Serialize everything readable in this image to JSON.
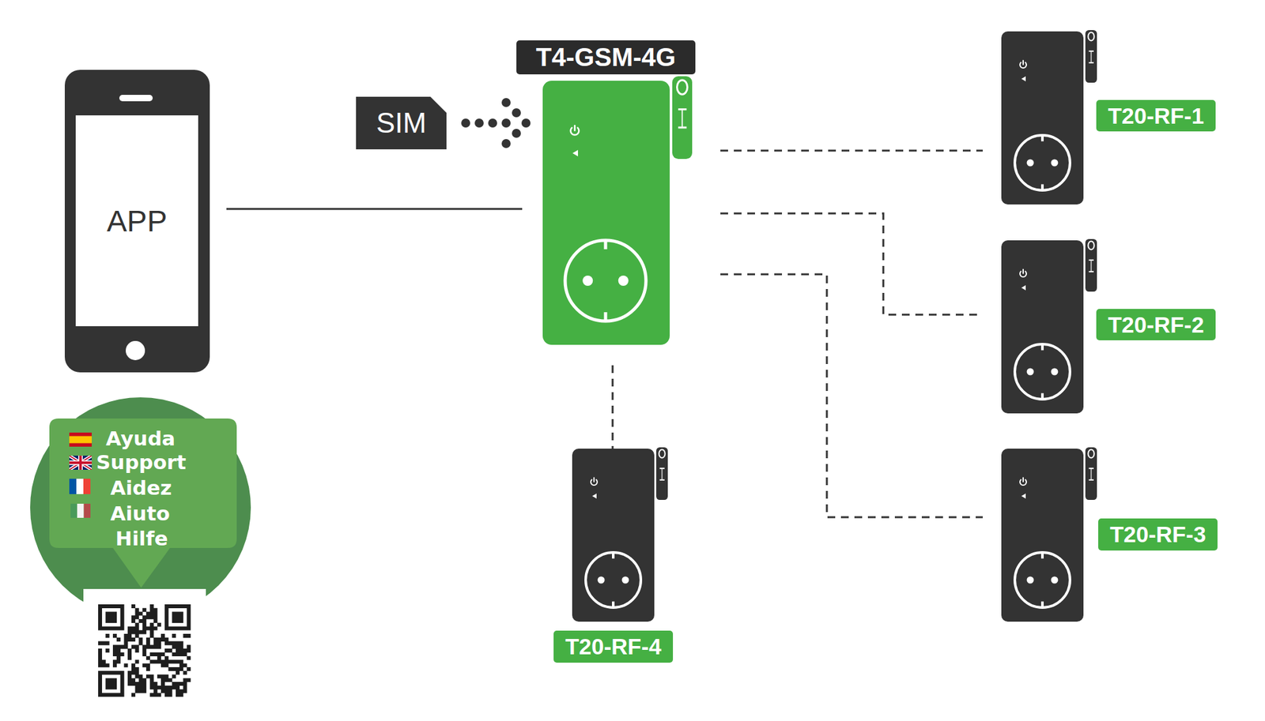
{
  "diagram": {
    "nodes": [
      {
        "text": [
          "APP"
        ]
      },
      {
        "text": [
          "SIM"
        ]
      },
      {
        "text": [
          "T4-GSM-4G"
        ]
      },
      {
        "text": [
          "T20-RF-1"
        ]
      },
      {
        "text": [
          "T20-RF-2"
        ]
      },
      {
        "text": [
          "T20-RF-3"
        ]
      },
      {
        "text": [
          "T20-RF-4"
        ]
      },
      {
        "text": [
          "Ayuda",
          "Support",
          "Aidez",
          "Aiuto",
          "Hilfe"
        ]
      }
    ],
    "edges": [
      {
        "from": 0,
        "to": 2,
        "arrow": "none"
      },
      {
        "from": 1,
        "to": 2,
        "arrow": "to"
      },
      {
        "from": 2,
        "to": 3,
        "arrow": "none"
      },
      {
        "from": 2,
        "to": 4,
        "arrow": "none"
      },
      {
        "from": 2,
        "to": 5,
        "arrow": "none"
      },
      {
        "from": 2,
        "to": 6,
        "arrow": "none"
      }
    ]
  }
}
